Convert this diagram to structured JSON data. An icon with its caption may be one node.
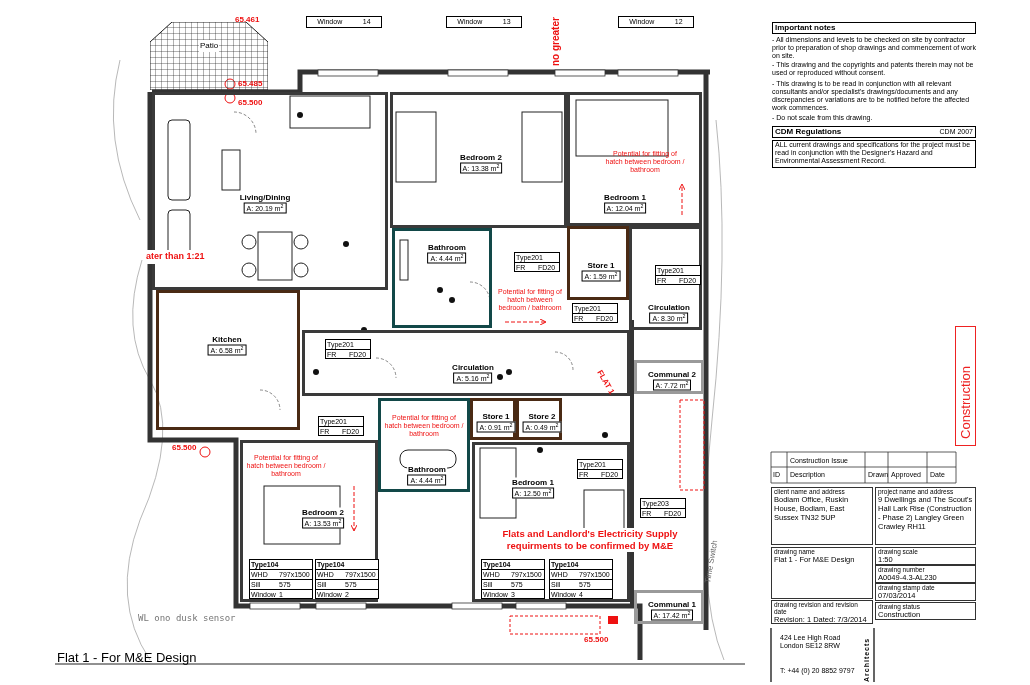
{
  "diagram": {
    "title": "Flat 1 - For M&E Design",
    "nodes": [
      {
        "text": [
          "Patio"
        ]
      },
      {
        "text": [
          "Window",
          "14"
        ]
      },
      {
        "text": [
          "Window",
          "13"
        ]
      },
      {
        "text": [
          "Window",
          "12"
        ]
      },
      {
        "text": [
          "Living/Dining",
          "A: 20.19 m$^{2}$"
        ]
      },
      {
        "text": [
          "Bedroom 2",
          "A: 13.38 m$^{2}$"
        ]
      },
      {
        "text": [
          "Bedroom 1",
          "A: 12.04 m$^{2}$"
        ]
      },
      {
        "text": [
          "Bathroom",
          "A: 4.44 m$^{2}$"
        ]
      },
      {
        "text": [
          "Store 1",
          "A: 1.59 m$^{2}$"
        ]
      },
      {
        "text": [
          "Circulation",
          "A: 8.30 m$^{2}$"
        ]
      },
      {
        "text": [
          "Kitchen",
          "A: 6.58 m$^{2}$"
        ]
      },
      {
        "text": [
          "Circulation",
          "A: 5.16 m$^{2}$"
        ]
      },
      {
        "text": [
          "Bathroom",
          "A: 4.44 m$^{2}$"
        ]
      },
      {
        "text": [
          "Store 1",
          "A: 0.91 m$^{2}$"
        ]
      },
      {
        "text": [
          "Store 2",
          "A: 0.49 m$^{2}$"
        ]
      },
      {
        "text": [
          "Communal 2",
          "A: 7.72 m$^{2}$"
        ]
      },
      {
        "text": [
          "Bedroom 1",
          "A: 12.50 m$^{2}$"
        ]
      },
      {
        "text": [
          "Bedroom 2",
          "A: 13.53 m$^{2}$"
        ]
      },
      {
        "text": [
          "Communal 1",
          "A: 17.42 m$^{2}$"
        ]
      },
      {
        "text": [
          "Type201",
          "FR",
          "FD20"
        ]
      },
      {
        "text": [
          "Type201",
          "FR",
          "FD20"
        ]
      },
      {
        "text": [
          "Type201",
          "FR",
          "FD20"
        ],
        "in": 9
      },
      {
        "text": [
          "Type201",
          "FR",
          "FD20"
        ],
        "in": 11
      },
      {
        "text": [
          "Type201",
          "FR",
          "FD20"
        ]
      },
      {
        "text": [
          "Type201",
          "FR",
          "FD20"
        ],
        "in": 16
      },
      {
        "text": [
          "Type203",
          "FR",
          "FD20"
        ]
      },
      {
        "text": [
          "Type104",
          "WHD",
          "797x1500",
          "Sill",
          "575",
          "Window",
          "1"
        ],
        "in": 17
      },
      {
        "text": [
          "Type104",
          "WHD",
          "797x1500",
          "Sill",
          "575",
          "Window",
          "2"
        ],
        "in": 17
      },
      {
        "text": [
          "Type104",
          "WHD",
          "797x1500",
          "Sill",
          "575",
          "Window",
          "3"
        ],
        "in": 16
      },
      {
        "text": [
          "Type104",
          "WHD",
          "797x1500",
          "Sill",
          "575",
          "Window",
          "4"
        ],
        "in": 16
      },
      {
        "text": [
          "Important notes"
        ]
      },
      {
        "text": [
          "CDM Regulations",
          "CDM 2007"
        ]
      },
      {
        "text": [
          "ALL current drawings and specifications for the project must be read in conjunction with the Designer's Hazard and Environmental Assessment Record."
        ]
      },
      {
        "text": [
          "Construction"
        ]
      },
      {
        "text": [
          "client name and address",
          "Bodiam Office, Ruskin House, Bodiam, East Sussex TN32 5UP"
        ]
      },
      {
        "text": [
          "project name and address",
          "9 Dwellings and The Scout's Hall Lark Rise (Construction - Phase 2) Langley Green Crawley RH11"
        ]
      },
      {
        "text": [
          "drawing name",
          "Flat 1 - For M&E Design"
        ]
      },
      {
        "text": [
          "drawing revision and revision date",
          "Revision: 1 Dated: 7/3/2014"
        ]
      },
      {
        "text": [
          "drawing scale",
          "1:50"
        ]
      },
      {
        "text": [
          "drawing number",
          "A0049-4.3-AL230"
        ]
      },
      {
        "text": [
          "drawing stamp date",
          "07/03/2014"
        ]
      },
      {
        "text": [
          "drawing status",
          "Construction"
        ]
      }
    ],
    "labels": [
      "ater than 1:21",
      "no greater",
      "65.461",
      "65.485",
      "65.500",
      "65.500",
      "65.500",
      "FLAT 1",
      "Flats and Landlord's Electricity Supply requirments to be confirmed by M&E",
      "WL ono dusk sensor",
      "Time Switch",
      "Potential for fitting of hatch between bedroom / bathroom",
      "Potential for fitting of hatch between bedroom / bathroom",
      "Potential for fitting of hatch between bedroom / bathroom",
      "Potential for fitting of hatch between bedroom / bathroom",
      "- All dimensions and levels to be checked on site by contractor prior to preparation of shop drawings and commencement of work on site.",
      "- This drawing and the copyrights and patents therein may not be used or reproduced without consent.",
      "- This drawing is to be read in conjunction with all relevant consultants and/or specialist's drawings/documents and any discrepancies or variations are to be notified before the affected work commences.",
      "- Do not scale from this drawing.",
      "Construction Issue",
      "ID",
      "Description",
      "Drawn",
      "Approved",
      "Date",
      "Architects",
      "424 Lee High Road London SE12 8RW",
      "T: +44 (0) 20 8852 9797"
    ]
  }
}
